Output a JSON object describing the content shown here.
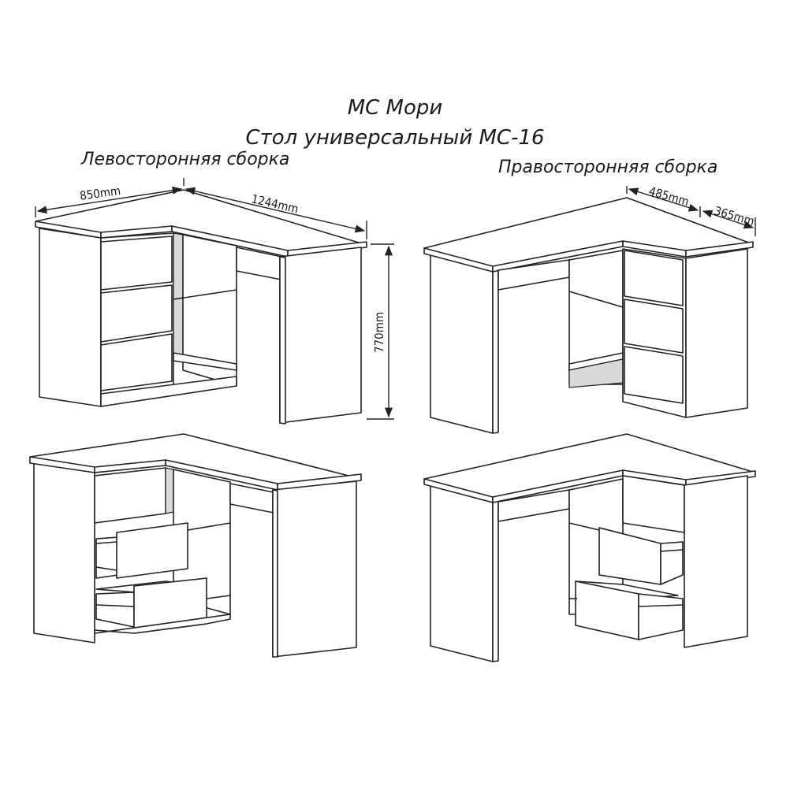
{
  "header": {
    "brand": "МС Мори",
    "product": "Стол универсальный МС-16"
  },
  "views": {
    "left": {
      "caption": "Левосторонняя сборка"
    },
    "right": {
      "caption": "Правосторонняя сборка"
    }
  },
  "dimensions": {
    "left_depth": "850mm",
    "left_length": "1244mm",
    "height": "770mm",
    "right_depth": "485mm",
    "right_width": "365mm"
  }
}
